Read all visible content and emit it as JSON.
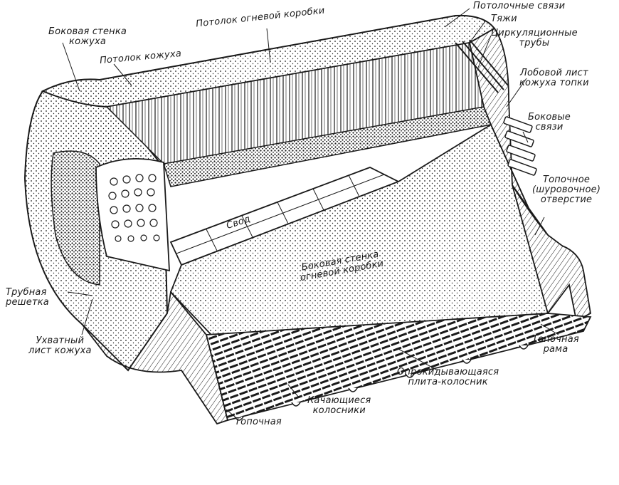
{
  "colors": {
    "ink": "#1a1a1a",
    "paper": "#ffffff",
    "shade": "#6e6e6e"
  },
  "labels": {
    "firebox_ceiling": "Потолок огневой коробки",
    "ceiling_stays": "Потолочные связи",
    "tie_rods": "Тяжи",
    "circulation_tubes": "Циркуляционные\nтрубы",
    "casing_side_wall": "Боковая стенка\nкожуха",
    "casing_ceiling": "Потолок кожуха",
    "front_casing_sheet": "Лобовой лист\nкожуха топки",
    "side_stays": "Боковые\nсвязи",
    "fire_door": "Топочное\n(шуровочное)\nотверстие",
    "arch": "Свод",
    "firebox_side_wall": "Боковая стенка\nогневой коробки",
    "tube_sheet": "Трубная\nрешетка",
    "throat_sheet": "Ухватный\nлист кожуха",
    "foundation_ring": "Топочная\nрама",
    "dump_grate": "Опрокидывающаяся\nплита-колосник",
    "rocking_grates": "Качающиеся\nколосники",
    "bottom_frame": "Топочная"
  }
}
